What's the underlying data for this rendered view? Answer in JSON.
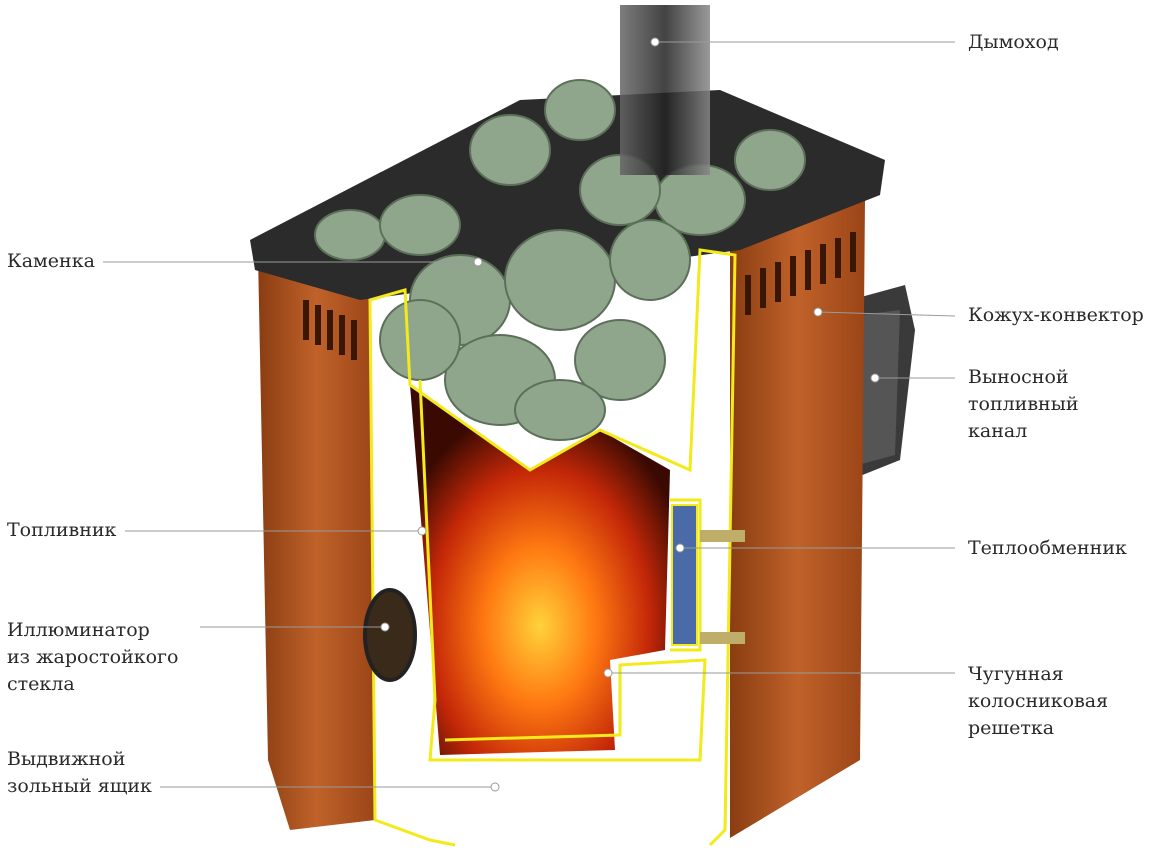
{
  "labels": {
    "chimney": "Дымоход",
    "stone_chamber": "Каменка",
    "convector_casing": "Кожух-конвектор",
    "remote_fuel_channel": "Выносной\nтопливный\nканал",
    "firebox": "Топливник",
    "heat_exchanger": "Теплообменник",
    "porthole": "Иллюминатор\nиз жаростойкого\nстекла",
    "cast_iron_grate": "Чугунная\nколосниковая\nрешетка",
    "ash_drawer": "Выдвижной\nзольный ящик"
  },
  "colors": {
    "casing": "#b5561e",
    "casing_dark": "#7a3510",
    "outline": "#f2ea1a",
    "stones": "#8fa58c",
    "top": "#2b2b2b",
    "leader": "#9a9a9a"
  }
}
